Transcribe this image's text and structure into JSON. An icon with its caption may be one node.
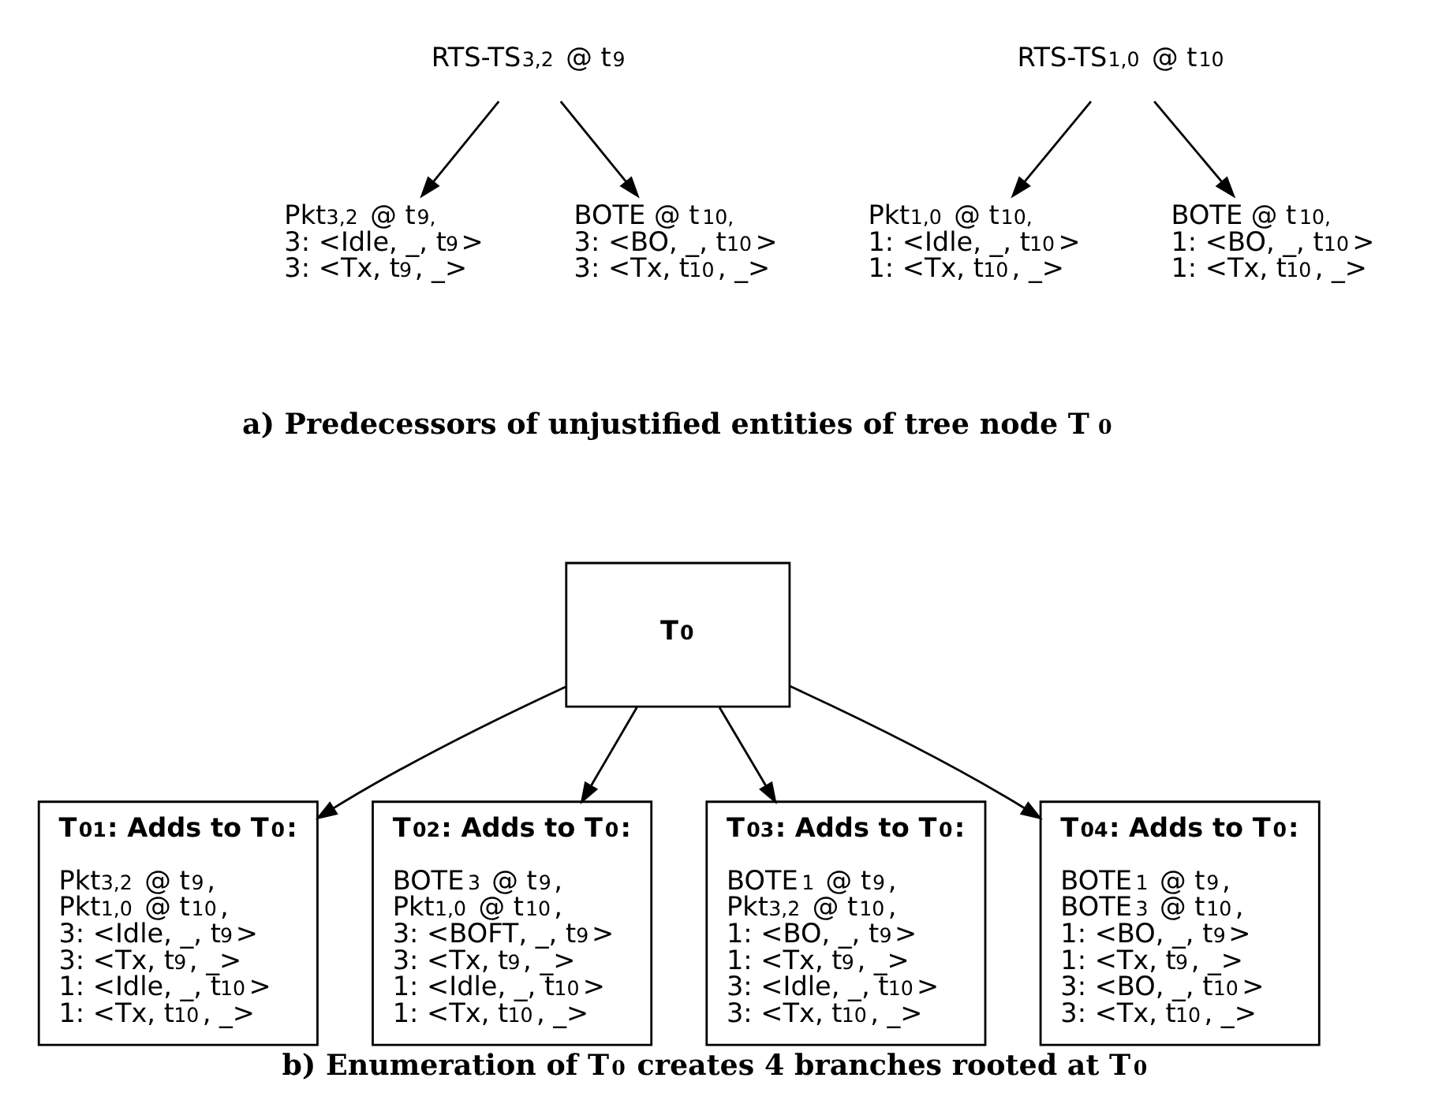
{
  "diagram": {
    "caption": "b) Enumeration of T$_{0}$ creates 4 branches rooted at T$_{0}$",
    "nodes": [
      {
        "text": [
          "RTS-TS$_{3,2}$ @ t$_{9}$"
        ]
      },
      {
        "text": [
          "Pkt$_{3,2}$ @ t$_{9,}$",
          "3: <Idle, _, t$_{9}$>",
          "3: <Tx, t$_{9}$, _>"
        ]
      },
      {
        "text": [
          "BOTE @ t$_{10,}$",
          "3: <BO, _, t$_{10}$>",
          "3: <Tx, t$_{10}$, _>"
        ]
      },
      {
        "text": [
          "RTS-TS$_{1,0}$ @ t$_{10}$"
        ]
      },
      {
        "text": [
          "Pkt$_{1,0}$ @ t$_{10,}$",
          "1: <Idle, _, t$_{10}$>",
          "1: <Tx, t$_{10}$, _>"
        ]
      },
      {
        "text": [
          "BOTE @ t$_{10,}$",
          "1: <BO, _, t$_{10}$>",
          "1: <Tx, t$_{10}$, _>"
        ]
      },
      {
        "text": [
          "T$_{0}$"
        ]
      },
      {
        "text": [
          "T$_{01}$: Adds to T$_{0}$:",
          "Pkt$_{3,2}$ @ t$_{9}$,",
          "Pkt$_{1,0}$ @ t$_{10}$,",
          "3: <Idle, _, t$_{9}$>",
          "3: <Tx, t$_{9}$, _>",
          "1: <Idle, _, t$_{10}$>",
          "1: <Tx, t$_{10}$, _>"
        ]
      },
      {
        "text": [
          "T$_{02}$: Adds to T$_{0}$:",
          "BOTE$_{3}$ @ t$_{9}$,",
          "Pkt$_{1,0}$ @ t$_{10}$,",
          "3: <BOFT, _, t$_{9}$>",
          "3: <Tx, t$_{9}$, _>",
          "1: <Idle, _, t$_{10}$>",
          "1: <Tx, t$_{10}$, _>"
        ]
      },
      {
        "text": [
          "T$_{03}$: Adds to T$_{0}$:",
          "BOTE$_{1}$ @ t$_{9}$,",
          "Pkt$_{3,2}$ @ t$_{10}$,",
          "1: <BO, _, t$_{9}$>",
          "1: <Tx, t$_{9}$, _>",
          "3: <Idle, _, t$_{10}$>",
          "3: <Tx, t$_{10}$, _>"
        ]
      },
      {
        "text": [
          "T$_{04}$: Adds to T$_{0}$:",
          "BOTE$_{1}$ @ t$_{9}$,",
          "BOTE$_{3}$ @ t$_{10}$,",
          "1: <BO, _, t$_{9}$>",
          "1: <Tx, t$_{9}$, _>",
          "3: <BO, _, t$_{10}$>",
          "3: <Tx, t$_{10}$, _>"
        ]
      }
    ],
    "edges": [
      {
        "from": 0,
        "to": 1,
        "arrow": "to"
      },
      {
        "from": 0,
        "to": 2,
        "arrow": "to"
      },
      {
        "from": 3,
        "to": 4,
        "arrow": "to"
      },
      {
        "from": 3,
        "to": 5,
        "arrow": "to"
      },
      {
        "from": 6,
        "to": 7,
        "arrow": "to"
      },
      {
        "from": 6,
        "to": 8,
        "arrow": "to"
      },
      {
        "from": 6,
        "to": 9,
        "arrow": "to"
      },
      {
        "from": 6,
        "to": 10,
        "arrow": "to"
      }
    ],
    "labels": [
      "a) Predecessors of unjustified entities of tree node T$_{0}$"
    ]
  }
}
